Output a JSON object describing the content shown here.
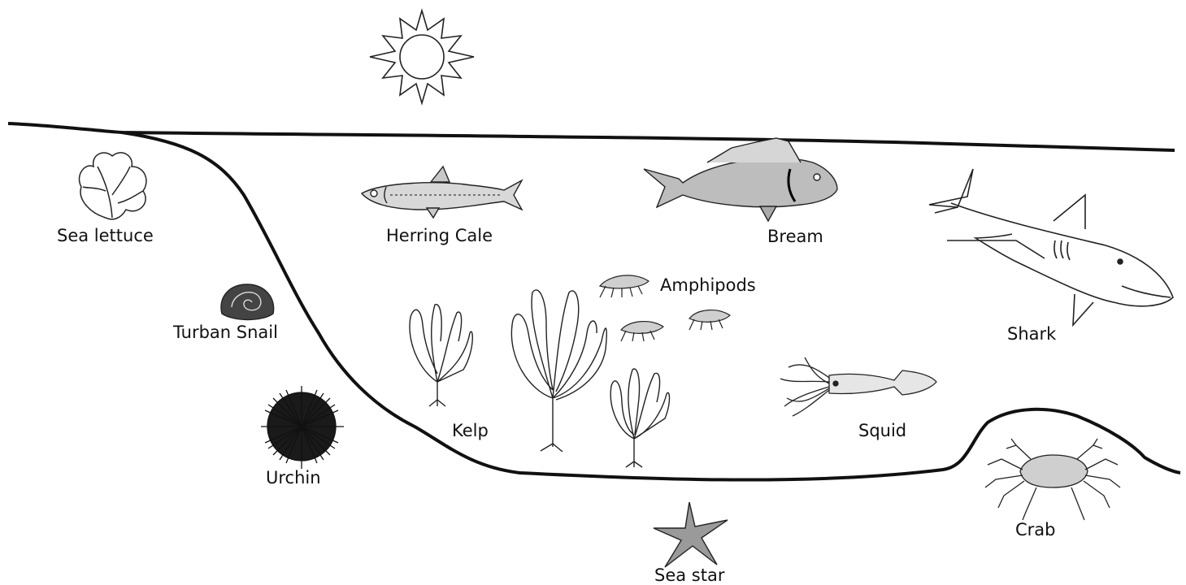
{
  "labels": {
    "sea_lettuce": "Sea lettuce",
    "herring": "Herring Cale",
    "bream": "Bream",
    "shark": "Shark",
    "turban_snail": "Turban Snail",
    "amphipods": "Amphipods",
    "kelp": "Kelp",
    "squid": "Squid",
    "urchin": "Urchin",
    "crab": "Crab",
    "sea_star": "Sea star"
  },
  "colors": {
    "ink": "#111111",
    "background": "#ffffff"
  }
}
